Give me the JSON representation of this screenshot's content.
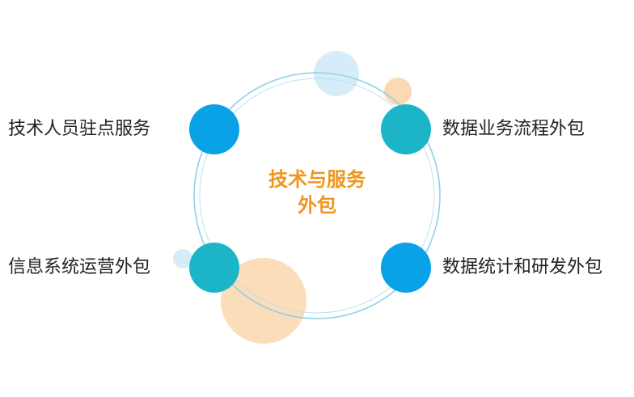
{
  "center": {
    "line1": "技术与服务",
    "line2": "外包",
    "color": "#f0961e"
  },
  "nodes": [
    {
      "label": "技术人员驻点服务",
      "color": "#0aa2e6"
    },
    {
      "label": "数据业务流程外包",
      "color": "#1cb5c8"
    },
    {
      "label": "信息系统运营外包",
      "color": "#1cb5c8"
    },
    {
      "label": "数据统计和研发外包",
      "color": "#0aa2e6"
    }
  ],
  "decor": {
    "ring_color": "#8fd0ea",
    "bubble_blue": "#cfe9f8",
    "bubble_orange": "#fbd9b2"
  }
}
